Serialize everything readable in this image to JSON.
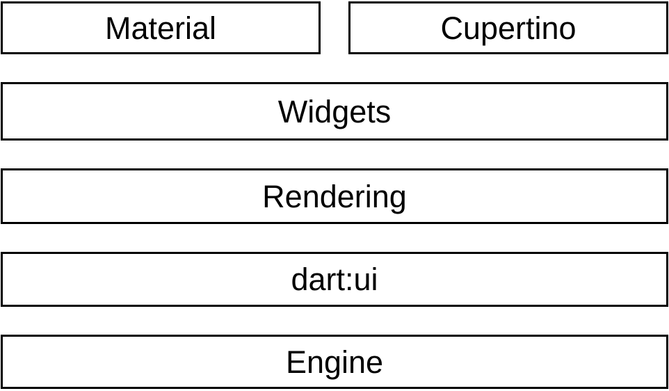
{
  "colors": {
    "background": "#ffffff",
    "border": "#000000",
    "text": "#000000"
  },
  "diagram": {
    "rows": [
      {
        "boxes": [
          {
            "label": "Material"
          },
          {
            "label": "Cupertino"
          }
        ]
      },
      {
        "boxes": [
          {
            "label": "Widgets"
          }
        ]
      },
      {
        "boxes": [
          {
            "label": "Rendering"
          }
        ]
      },
      {
        "boxes": [
          {
            "label": "dart:ui"
          }
        ]
      },
      {
        "boxes": [
          {
            "label": "Engine"
          }
        ]
      }
    ]
  }
}
